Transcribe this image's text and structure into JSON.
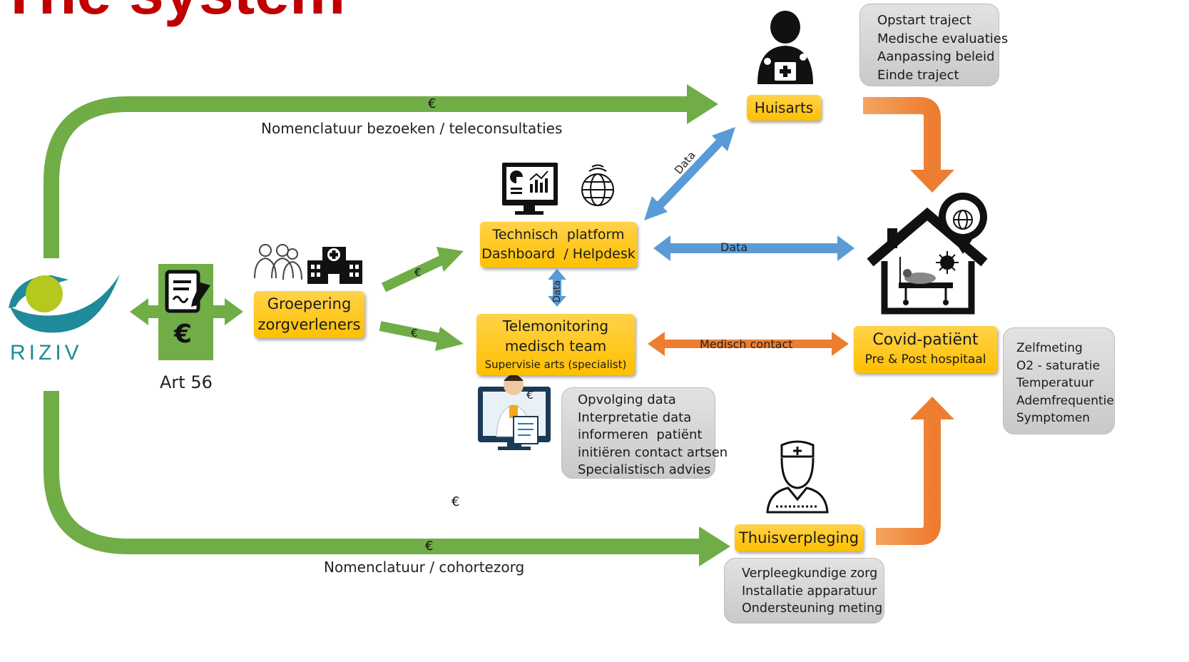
{
  "title": "The system",
  "riziv_label": "RIZIV",
  "art56_label": "Art 56",
  "groepering": [
    "Groepering",
    "zorgverleners"
  ],
  "technisch": [
    "Technisch  platform",
    "Dashboard  / Helpdesk"
  ],
  "telemonitoring": [
    "Telemonitoring",
    "medisch team",
    "Supervisie arts (specialist)"
  ],
  "huisarts": "Huisarts",
  "covid": [
    "Covid-patiënt",
    "Pre & Post hospitaal"
  ],
  "thuisverpleging": "Thuisverpleging",
  "huisarts_tasks": [
    "Opstart traject",
    "Medische evaluaties",
    "Aanpassing beleid",
    "Einde traject"
  ],
  "telemonitoring_tasks": [
    "Opvolging data",
    "Interpretatie data",
    "informeren  patiënt",
    "initiëren contact artsen",
    "Specialistisch advies"
  ],
  "patient_tasks": [
    "Zelfmeting",
    "O2 - saturatie",
    "Temperatuur",
    "Ademfrequentie",
    "Symptomen"
  ],
  "thuis_tasks": [
    "Verpleegkundige zorg",
    "Installatie apparatuur",
    "Ondersteuning meting"
  ],
  "top_arrow_label": "Nomenclatuur bezoeken / teleconsultaties",
  "bottom_arrow_label": "Nomenclatuur / cohortezorg",
  "euro": "€",
  "data_label": "Data",
  "medisch_contact_label": "Medisch contact",
  "colors": {
    "green": "#70ad47",
    "blue": "#5b9bd5",
    "orange": "#ed7d31",
    "yellow": "#ffc000",
    "title_red": "#c00000",
    "riziv_teal": "#1f8a9a"
  }
}
